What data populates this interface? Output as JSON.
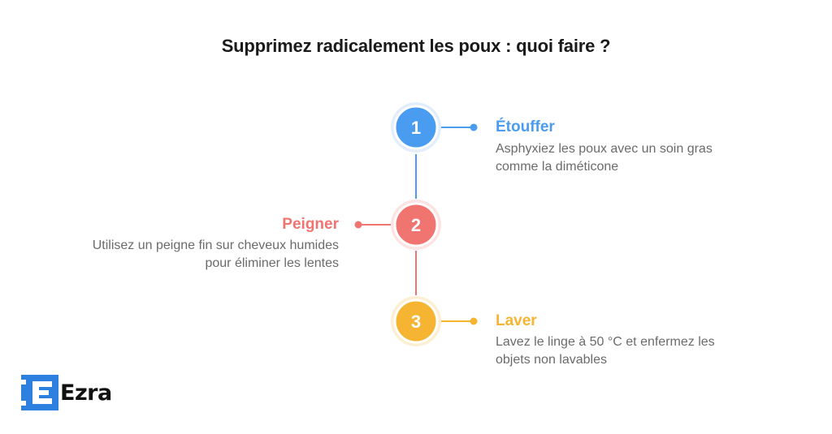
{
  "title": "Supprimez radicalement les poux : quoi faire ?",
  "colors": {
    "step1": "#4a9cf0",
    "step2": "#f07470",
    "step3": "#f5b431",
    "logo": "#2d7fe0"
  },
  "steps": [
    {
      "number": "1",
      "title": "Étouffer",
      "description_lines": [
        "Asphyxiez les poux avec un soin gras",
        "comme la diméticone"
      ]
    },
    {
      "number": "2",
      "title": "Peigner",
      "description_lines": [
        "Utilisez un peigne fin sur cheveux humides",
        "pour éliminer les lentes"
      ]
    },
    {
      "number": "3",
      "title": "Laver",
      "description_lines": [
        "Lavez le linge à 50 °C et enfermez les",
        "objets non lavables"
      ]
    }
  ],
  "logo": {
    "text": "Ezra"
  }
}
